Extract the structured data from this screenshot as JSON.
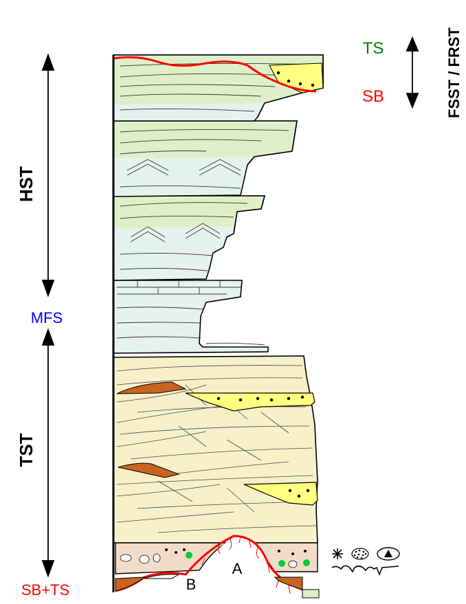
{
  "labels": {
    "hst": "HST",
    "tst": "TST",
    "mfs": "MFS",
    "sb_ts": "SB+TS",
    "ts": "TS",
    "sb": "SB",
    "fsst_frst": "FSST / FRST",
    "point_a": "A",
    "point_b": "B"
  },
  "colors": {
    "sequence_boundary": "#ff0000",
    "transgressive_surface": "#008000",
    "max_flooding_surface": "#0000ff",
    "green_facies": "#dff0c8",
    "blue_facies": "#e4f3ee",
    "sand_facies": "#f8f0c8",
    "yellow_sand": "#ffff80",
    "clay_lens": "#c8641e",
    "conglomerate": "#f2dcc8"
  },
  "legend_icons": [
    "star-icon",
    "ooid-icon",
    "eye-triangle-icon",
    "karst-surface-icon"
  ]
}
